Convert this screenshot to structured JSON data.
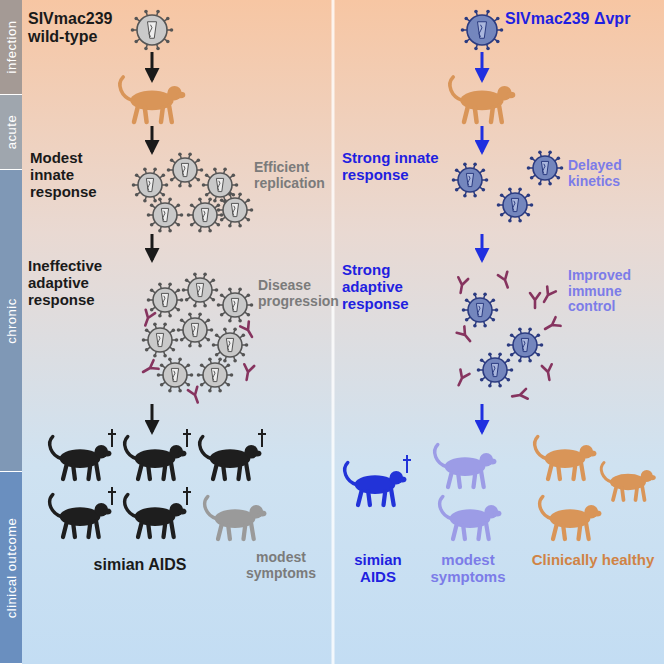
{
  "diagram": {
    "nodes": [
      {
        "text": [
          "infection"
        ]
      },
      {
        "text": [
          "acute"
        ]
      },
      {
        "text": [
          "chronic"
        ]
      },
      {
        "text": [
          "clinical outcome"
        ]
      }
    ],
    "labels": [
      "SIVmac239 wild-type",
      "SIVmac239 Δvpr",
      "Modest innate response",
      "Efficient replication",
      "Ineffective adaptive response",
      "Disease progression",
      "simian AIDS",
      "modest symptoms",
      "Strong innate response",
      "Delayed kinetics",
      "Strong adaptive response",
      "Improved immune control",
      "simian AIDS",
      "modest symptoms",
      "Clinically healthy"
    ]
  }
}
